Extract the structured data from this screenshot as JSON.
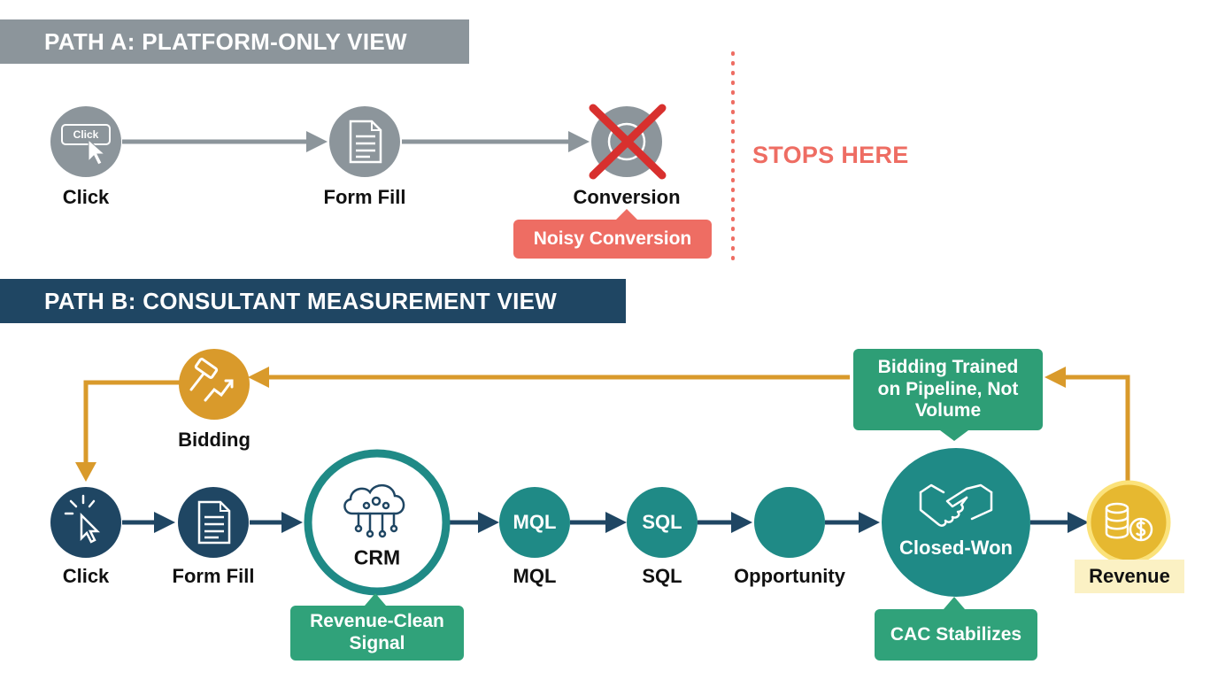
{
  "path_a": {
    "title": "PATH A: PLATFORM-ONLY VIEW",
    "nodes": {
      "click": "Click",
      "click_icon_text": "Click",
      "form_fill": "Form Fill",
      "conversion": "Conversion"
    },
    "noisy_badge": "Noisy Conversion",
    "stops_here": "STOPS HERE"
  },
  "path_b": {
    "title": "PATH B: CONSULTANT MEASUREMENT VIEW",
    "bidding": "Bidding",
    "nodes": {
      "click": "Click",
      "form_fill": "Form Fill",
      "crm": "CRM",
      "mql_inner": "MQL",
      "mql": "MQL",
      "sql_inner": "SQL",
      "sql": "SQL",
      "opportunity": "Opportunity",
      "closed_won": "Closed-Won",
      "revenue": "Revenue"
    },
    "revenue_clean_badge": "Revenue-Clean Signal",
    "bidding_trained_badge": "Bidding Trained on Pipeline, Not Volume",
    "cac_badge": "CAC Stabilizes"
  },
  "colors": {
    "path_a_banner": "#8c959b",
    "path_b_banner": "#1f4663",
    "alert_red": "#ee6d63",
    "teal": "#1f8a86",
    "green_badge": "#30a27a",
    "navy": "#1f4663",
    "feedback_orange": "#d99a2b",
    "revenue_gold": "#e6b830"
  }
}
